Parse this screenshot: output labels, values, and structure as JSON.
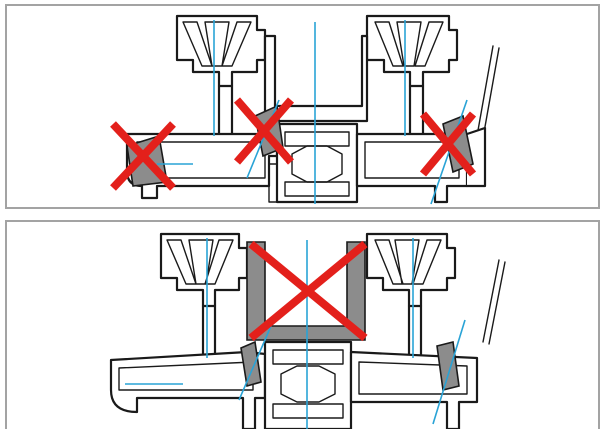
{
  "colors": {
    "profile_outline": "#1a1a1a",
    "axis_line": "#29a3d6",
    "cross_mark": "#e3201b",
    "seal_fill": "#8c8c8c",
    "panel_border": "#a3a3a3"
  },
  "panels": [
    {
      "id": "top",
      "crossed_items": [
        "left-seal",
        "center-left-seal",
        "right-seal"
      ]
    },
    {
      "id": "bottom",
      "crossed_items": [
        "center-gasket-block"
      ]
    }
  ]
}
